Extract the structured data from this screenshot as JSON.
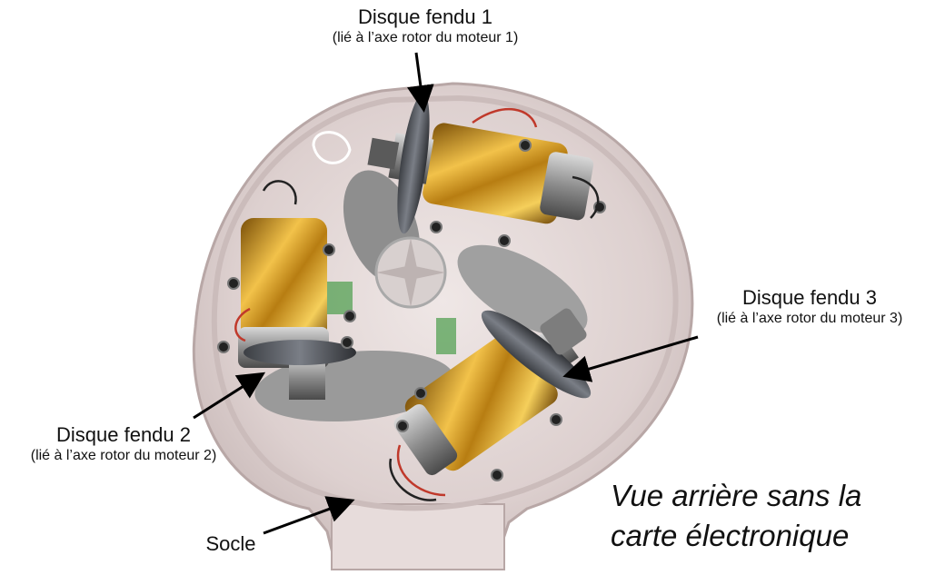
{
  "labels": {
    "disk1": {
      "title": "Disque fendu 1",
      "sub": "(lié à l’axe rotor du moteur 1)"
    },
    "disk2": {
      "title": "Disque fendu 2",
      "sub": "(lié à l’axe rotor du moteur 2)"
    },
    "disk3": {
      "title": "Disque fendu 3",
      "sub": "(lié à l’axe rotor du moteur 3)"
    },
    "base": {
      "title": "Socle"
    }
  },
  "caption": {
    "line1": "Vue arrière sans la",
    "line2": "carte électronique"
  }
}
